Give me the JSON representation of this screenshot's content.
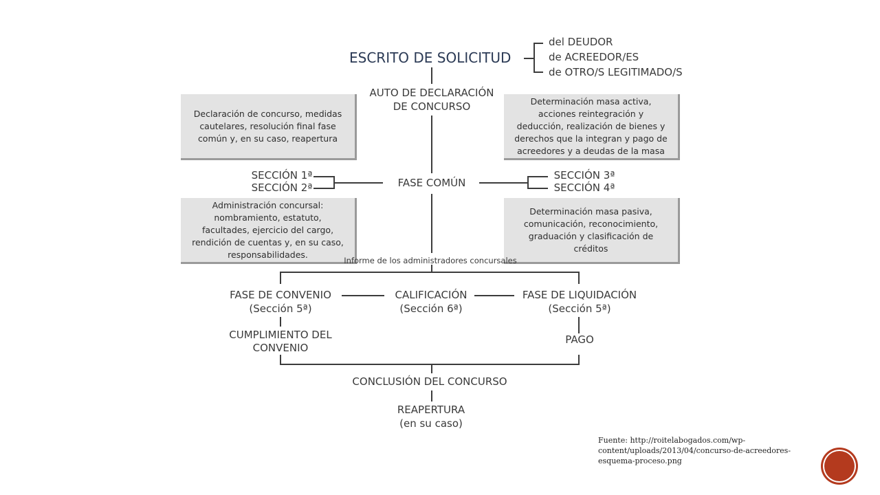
{
  "diagram": {
    "title": "ESCRITO DE SOLICITUD",
    "applicants": [
      "del DEUDOR",
      "de ACREEDOR/ES",
      "de OTRO/S LEGITIMADO/S"
    ],
    "auto": [
      "AUTO DE DECLARACIÓN",
      "DE CONCURSO"
    ],
    "box_top_left": "Declaración de concurso, medidas cautelares, resolución final fase común y, en su caso, reapertura",
    "box_top_right": "Determinación masa activa, acciones reintegración y deducción, realización de bienes y derechos que la integran y pago de acreedores y a deudas de la masa",
    "box_bottom_left": "Administración concursal: nombramiento, estatuto, facultades, ejercicio del cargo, rendición de cuentas y, en su caso, responsabilidades.",
    "box_bottom_right": "Determinación masa pasiva, comunicación, reconocimiento, graduación y clasificación de créditos",
    "seccion1": "SECCIÓN 1ª",
    "seccion2": "SECCIÓN 2ª",
    "seccion3": "SECCIÓN 3ª",
    "seccion4": "SECCIÓN 4ª",
    "fase_comun": "FASE COMÚN",
    "informe": "Informe de los administradores concursales",
    "fase_convenio": [
      "FASE DE CONVENIO",
      "(Sección 5ª)"
    ],
    "calificacion": [
      "CALIFICACIÓN",
      "(Sección 6ª)"
    ],
    "fase_liquidacion": [
      "FASE DE LIQUIDACIÓN",
      "(Sección 5ª)"
    ],
    "cumplimiento": [
      "CUMPLIMIENTO DEL",
      "CONVENIO"
    ],
    "pago": "PAGO",
    "conclusion": "CONCLUSIÓN DEL CONCURSO",
    "reapertura": [
      "REAPERTURA",
      "(en su caso)"
    ]
  },
  "source": "Fuente: http://roitelabogados.com/wp-content/uploads/2013/04/concurso-de-acreedores-esquema-proceso.png"
}
